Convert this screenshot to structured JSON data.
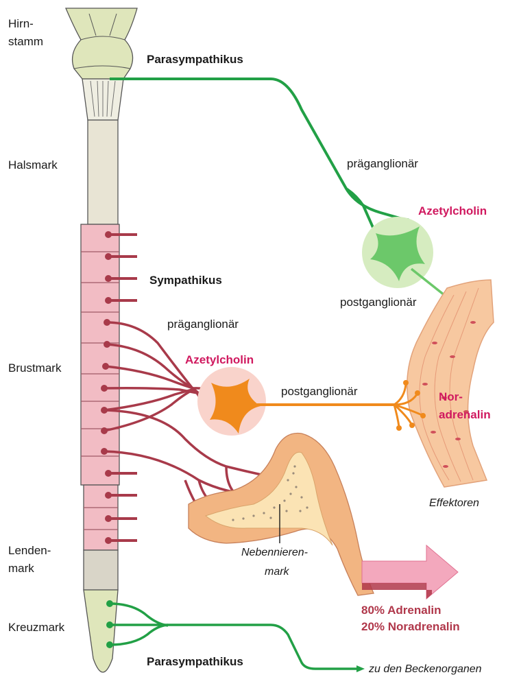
{
  "colors": {
    "parasympathetic": "#22a046",
    "parasympathetic_light": "#6cc86a",
    "sympathetic": "#a83a4a",
    "postganglionic_sym": "#f08a1c",
    "neurotransmitter": "#d0195f",
    "hormone_text": "#b0374a",
    "spine_brain": "#dfe6bb",
    "spine_neck": "#e8e4d4",
    "spine_thoracic": "#f2bcc4",
    "spine_lumbar": "#d9d5c8",
    "spine_sacral": "#dfe6bb",
    "effector_tissue": "#f7c8a0",
    "adrenal_outer": "#f2b582",
    "adrenal_inner": "#fbe3b4",
    "arrow": "#f3a8bd"
  },
  "spine_labels": {
    "hirnstamm_1": "Hirn-",
    "hirnstamm_2": "stamm",
    "halsmark": "Halsmark",
    "brustmark": "Brustmark",
    "lendenmark_1": "Lenden-",
    "lendenmark_2": "mark",
    "kreuzmark": "Kreuzmark"
  },
  "parasympathetic": {
    "top_title": "Parasympathikus",
    "bottom_title": "Parasympathikus",
    "preganglionic": "präganglionär",
    "transmitter": "Azetylcholin",
    "postganglionic": "postganglionär",
    "target": "zu den Beckenorganen"
  },
  "sympathetic": {
    "title": "Sympathikus",
    "preganglionic": "präganglionär",
    "transmitter": "Azetylcholin",
    "postganglionic": "postganglionär",
    "effector_transmitter_1": "Nor-",
    "effector_transmitter_2": "adrenalin"
  },
  "effectors": {
    "label": "Effektoren"
  },
  "adrenal": {
    "label_1": "Nebennieren-",
    "label_2": "mark",
    "output_1": "80% Adrenalin",
    "output_2": "20% Noradrenalin"
  }
}
